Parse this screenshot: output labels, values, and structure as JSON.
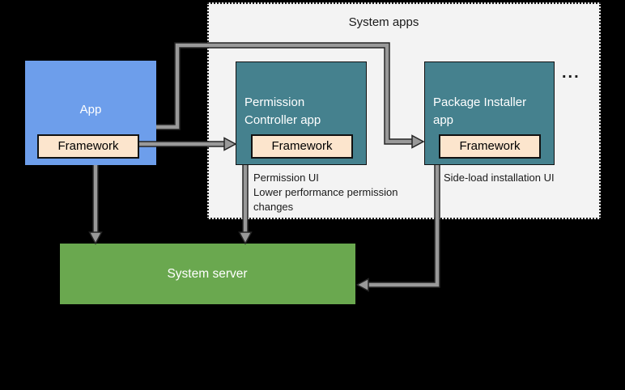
{
  "colors": {
    "background": "#000000",
    "container-fill": "#f3f3f3",
    "container-border": "#1a1a1a",
    "app-fill": "#6d9eeb",
    "system-app-fill": "#45818e",
    "framework-fill": "#fce5cd",
    "server-fill": "#6aa84f",
    "box-border": "#111111",
    "arrow-fill": "#999999",
    "arrow-outline": "#262626",
    "label-on-color": "#ffffff",
    "label-dark": "#1a1a1a"
  },
  "container": {
    "title": "System apps",
    "ellipsis": "..."
  },
  "boxes": {
    "app": {
      "label": "App",
      "framework": "Framework"
    },
    "permission_controller": {
      "label_lines": [
        "Permission",
        "Controller app"
      ],
      "framework": "Framework"
    },
    "package_installer": {
      "label_lines": [
        "Package Installer",
        "app"
      ],
      "framework": "Framework"
    },
    "system_server": {
      "label": "System server"
    }
  },
  "annotations": {
    "permission_controller_lines": [
      "Permission UI",
      "Lower performance permission",
      "changes"
    ],
    "package_installer_note": "Side-load installation UI"
  }
}
